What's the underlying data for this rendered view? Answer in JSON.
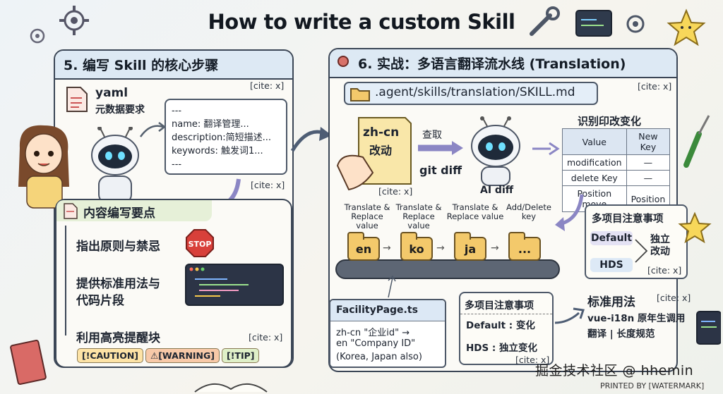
{
  "title": "How to write a custom Skill",
  "left": {
    "heading": "5. 编写 Skill 的核心步骤",
    "cite_top": "[cite: x]",
    "yaml": {
      "label": "yaml",
      "sublabel": "元数据要求"
    },
    "frontmatter": [
      "---",
      "name: 翻译管理...",
      "description:简短描述...",
      "keywords: 触发词1...",
      "---"
    ],
    "cite_mid": "[cite: x]",
    "content": {
      "heading": "内容编写要点",
      "items": [
        "指出原则与禁忌",
        "提供标准用法与",
        "代码片段",
        "利用高亮提醒块"
      ],
      "stop": "STOP",
      "cite": "[cite: x]",
      "badges": [
        "[!CAUTION]",
        "⚠[WARNING]",
        "[!TIP]"
      ]
    }
  },
  "right": {
    "heading": "6. 实战：多语言翻译流水线 (Translation)",
    "path": ".agent/skills/translation/SKILL.md",
    "cite_top": "[cite: x]",
    "doc": {
      "title": "zh-cn",
      "sub": "改动"
    },
    "doc_cite": "[cite: x]",
    "fetch_label": "查取",
    "gitdiff_label": "git diff",
    "ai_diff": "AI diff",
    "detect_title": "识别印改变化",
    "table": {
      "headers": [
        "Value",
        "New Key"
      ],
      "rows": [
        [
          "modification",
          "—"
        ],
        [
          "delete Key",
          "—"
        ],
        [
          "Position move",
          "Position"
        ]
      ]
    },
    "steps": [
      {
        "action": "Translate & Replace value",
        "folder": "en"
      },
      {
        "action": "Translate & Replace value",
        "folder": "ko"
      },
      {
        "action": "Translate & Replace value",
        "folder": "ja"
      },
      {
        "action": "Add/Delete key",
        "folder": "..."
      }
    ],
    "multi": {
      "title": "多项目注意事项",
      "default": "Default",
      "hds": "HDS",
      "result": "独立改动",
      "cite": "[cite: x]"
    },
    "file": {
      "name": "FacilityPage.ts",
      "lines": [
        "zh-cn \"企业id\" →",
        "en \"Company ID\"",
        "(Korea, Japan also)"
      ]
    },
    "multi2": {
      "title": "多项目注意事项",
      "line1": "Default :  变化",
      "line2": "HDS : 独立变化",
      "cite": "[cite: x]"
    },
    "usage": {
      "title": "标准用法",
      "cite": "[cite: x]",
      "line1": "vue-i18n 原年生调用",
      "line2": "翻译 | 长度规范"
    }
  },
  "watermark": "掘金技术社区 @ hhemin",
  "printed": "PRINTED BY [WATERMARK]",
  "colors": {
    "accent": "#3b4656",
    "head_bg": "#dde9f4",
    "folder": "#f3c96b",
    "stop": "#d8403a"
  }
}
